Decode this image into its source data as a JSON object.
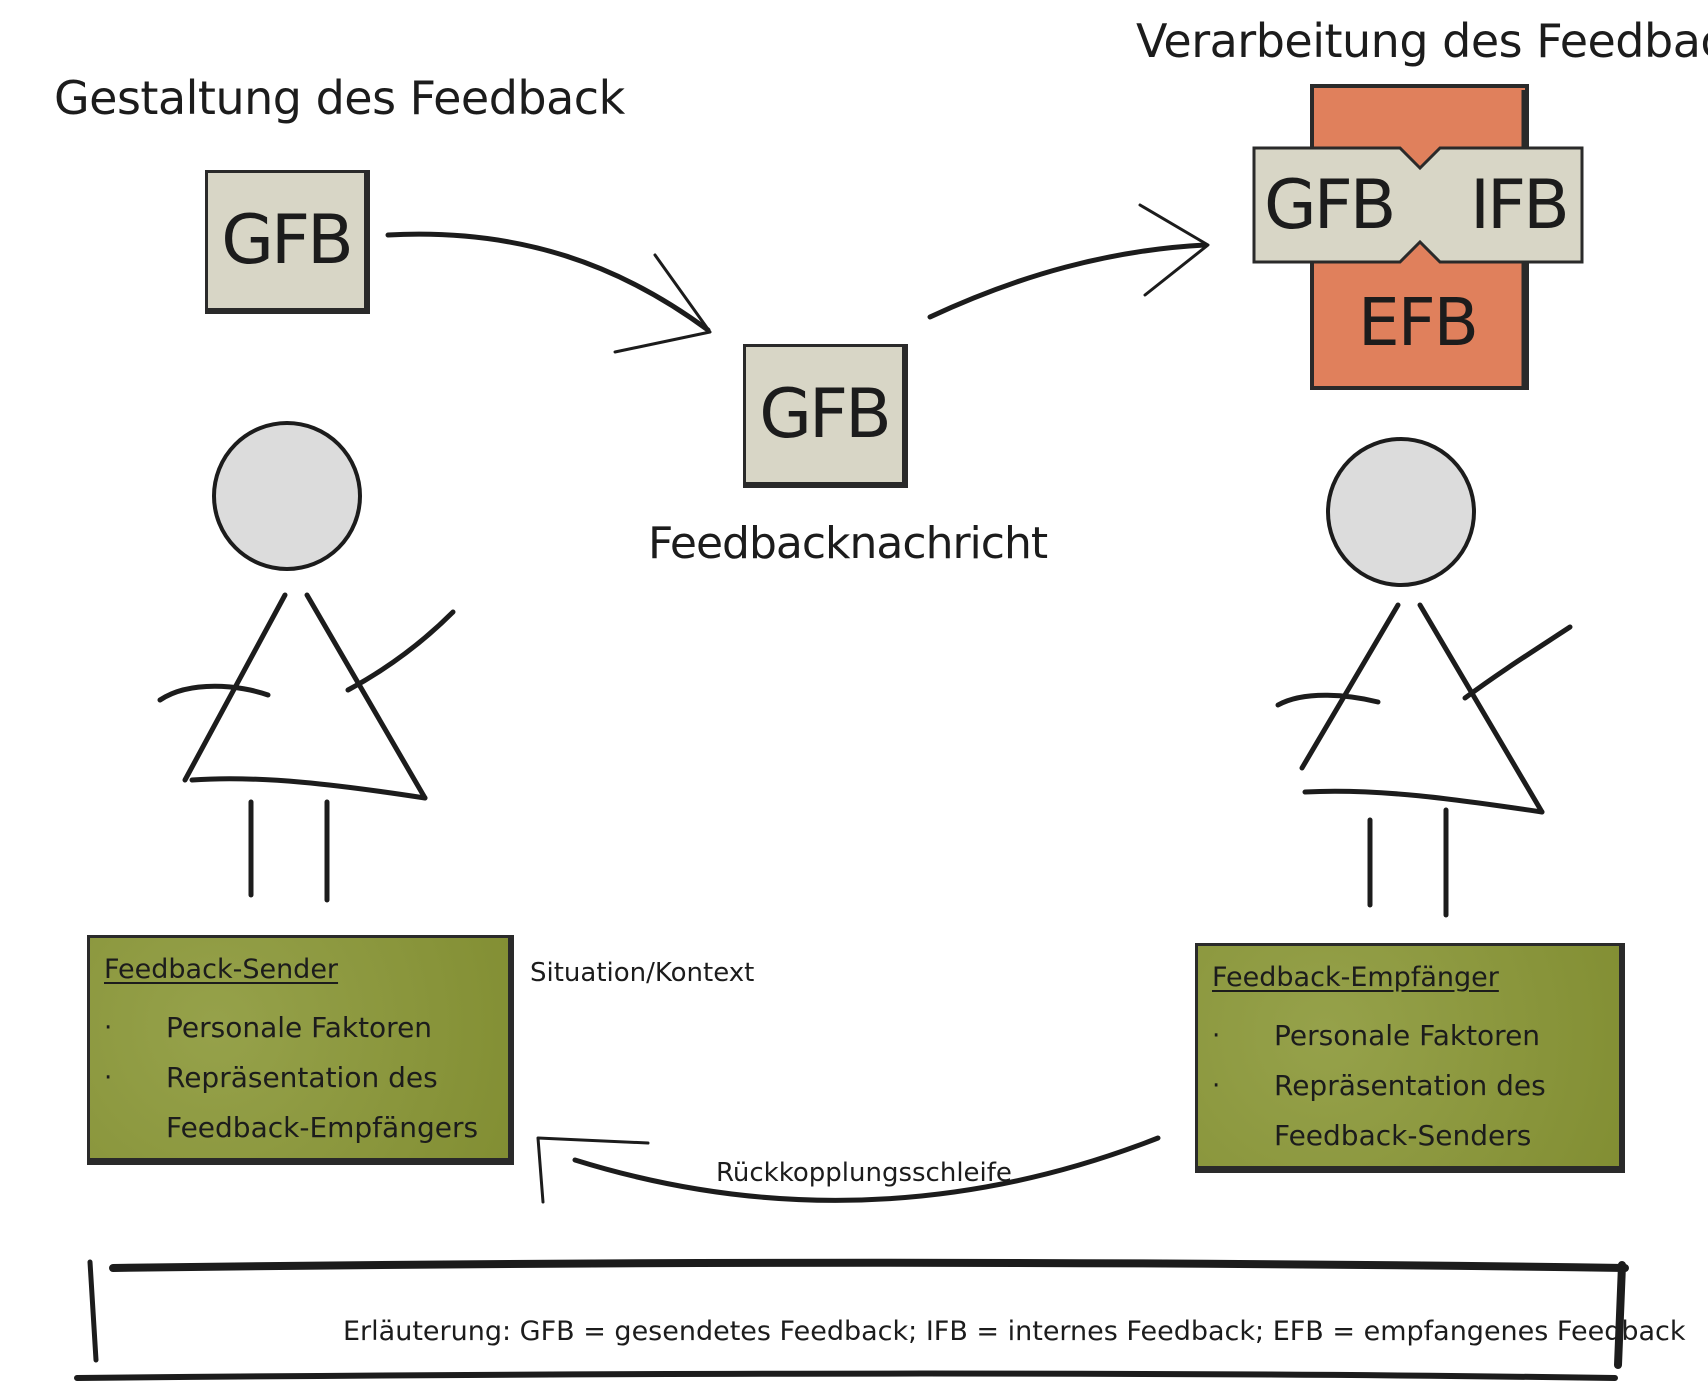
{
  "titles": {
    "left": "Gestaltung des Feedback",
    "right": "Verarbeitung des Feedback"
  },
  "cards": {
    "sender": "GFB",
    "message": "GFB",
    "receiver_gfb": "GFB",
    "receiver_ifb": "IFB",
    "receiver_efb": "EFB"
  },
  "message_label": "Feedbacknachricht",
  "context_label": "Situation/Kontext",
  "loop_label": "Rückkopplungsschleife",
  "sender_box": {
    "title": "Feedback-Sender",
    "items": [
      "Personale Faktoren",
      "Repräsentation des",
      "Feedback-Empfängers"
    ]
  },
  "receiver_box": {
    "title": "Feedback-Empfänger",
    "items": [
      "Personale Faktoren",
      "Repräsentation des",
      "Feedback-Senders"
    ]
  },
  "legend": "Erläuterung: GFB = gesendetes Feedback; IFB = internes Feedback; EFB = empfangenes Feedback",
  "colors": {
    "card": "#d8d6c6",
    "green_box": "#8a9736",
    "orange": "#e0805c",
    "head": "#dcdcdc",
    "ink": "#1c1c1c"
  }
}
